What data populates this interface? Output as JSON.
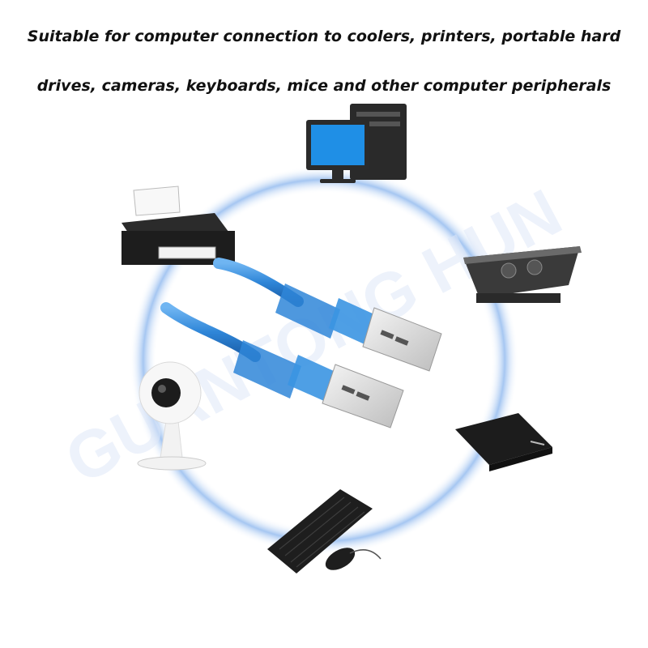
{
  "caption": {
    "line1": "Suitable for computer connection to coolers, printers, portable hard",
    "line2": "drives, cameras, keyboards, mice and other computer peripherals"
  },
  "watermark": "GUANTONG HUN",
  "colors": {
    "ring": "#8fb8ee",
    "cable_blue": "#2f86d8",
    "connector_metal": "#dcdcdc",
    "device_dark": "#1e1e1e",
    "monitor_screen": "#1f8fe6"
  },
  "devices": [
    "desktop-computer",
    "laptop-cooler",
    "portable-hard-drive",
    "keyboard",
    "mouse",
    "webcam",
    "printer"
  ]
}
